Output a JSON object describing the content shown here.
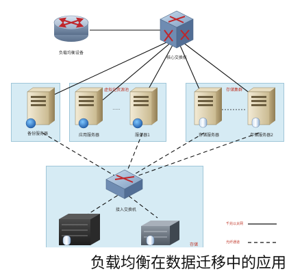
{
  "labels": {
    "load_balancer": "负载均衡设备",
    "core_switch": "核心交换机",
    "group_left_title": "虚拟化资源池",
    "group_right_title": "存储集群",
    "server_a": "备份服务器",
    "server_b": "应用服务器",
    "server_c": "服务器1",
    "server_d": "存储服务器",
    "server_e": "存储服务器2",
    "lower_switch": "接入交换机",
    "ellipsis": "......",
    "storage_note": "存储"
  },
  "legend": {
    "solid_label": "千兆以太网",
    "dashed_label": "光纤通道"
  },
  "caption": "负载均衡在数据迁移中的应用",
  "colors": {
    "group_fill": "#d6ebf4",
    "group_border": "#9fc6d8",
    "line": "#111111",
    "router_blue": "#4a7ec1",
    "arrow_red": "#c0262a"
  }
}
